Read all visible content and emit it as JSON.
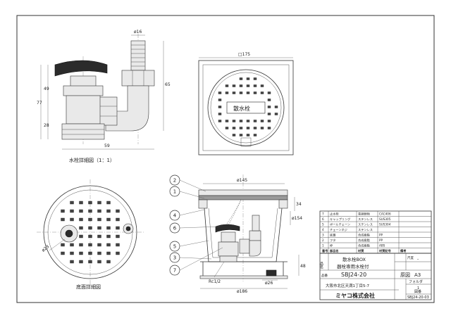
{
  "views": {
    "side_caption": "水栓詳細図（1：1）",
    "bottom_caption": "底面詳細図",
    "plate_label": "散水栓"
  },
  "dims": {
    "d16": "ø16",
    "h65": "65",
    "h77": "77",
    "h49": "49",
    "h28": "28",
    "w59": "59",
    "sq175": "□175",
    "d145": "ø145",
    "d154": "ø154",
    "h34": "34",
    "h48": "48",
    "d26": "ø26",
    "d186": "ø186",
    "d23": "ø23",
    "rc": "Rc1/2"
  },
  "callouts": [
    "2",
    "1",
    "4",
    "6",
    "5",
    "3",
    "7"
  ],
  "parts_table": {
    "rows": [
      [
        "7",
        "止水栓",
        "青銅鋳物",
        "CAC406"
      ],
      [
        "6",
        "キャップリング",
        "ステンレス",
        "SUS305"
      ],
      [
        "5",
        "ボールチェーン",
        "ステンレス",
        "SUS304"
      ],
      [
        "4",
        "チェーンネジ",
        "ステンレス",
        ""
      ],
      [
        "3",
        "底蓋",
        "合成樹脂",
        "PP"
      ],
      [
        "2",
        "フタ",
        "合成樹脂",
        "PP"
      ],
      [
        "1",
        "枠",
        "合成樹脂",
        "ABS"
      ]
    ],
    "header": [
      "番号",
      "部品名",
      "材質",
      "材質記号",
      "備考"
    ]
  },
  "title_block": {
    "name_label": "品名",
    "name_line1": "散水栓BOX",
    "name_line2": "器栓専用水栓付",
    "code_label": "品番",
    "code": "SBJ24-20",
    "company_address": "大阪市北区天満1丁目5-7",
    "company": "ミヤコ株式会社",
    "scale_label": "尺度",
    "scale_value": "",
    "paper_label": "原図",
    "paper_value": "A3",
    "folder_label": "フォルダ",
    "folder_value": "1",
    "drawing_no_label": "図番",
    "drawing_no": "SBJ24-20-03",
    "dash": "-"
  }
}
